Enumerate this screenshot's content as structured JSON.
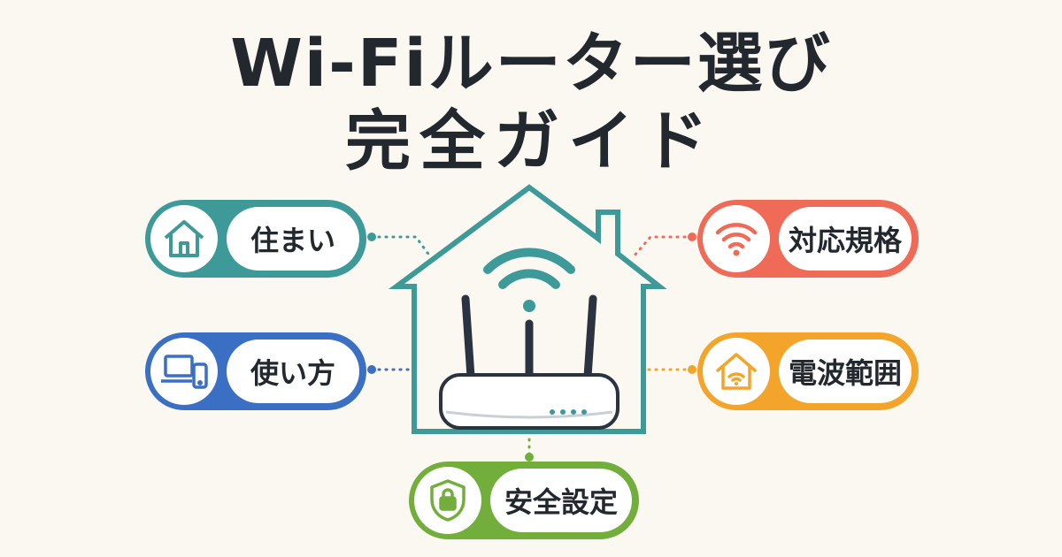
{
  "title": {
    "line1": "Wi-Fiルーター選び",
    "line2": "完全ガイド"
  },
  "colors": {
    "background": "#fbf8f1",
    "title": "#23272e",
    "teal": "#3d9a98",
    "blue": "#3a6fc4",
    "coral": "#ef6a57",
    "orange": "#f3a42a",
    "green": "#72ae3c"
  },
  "topics": [
    {
      "label": "住まい",
      "icon": "house-icon",
      "color": "#3d9a98"
    },
    {
      "label": "使い方",
      "icon": "laptop-phone-icon",
      "color": "#3a6fc4"
    },
    {
      "label": "対応規格",
      "icon": "wifi-icon",
      "color": "#ef6a57"
    },
    {
      "label": "電波範囲",
      "icon": "house-wifi-icon",
      "color": "#f3a42a"
    },
    {
      "label": "安全設定",
      "icon": "shield-lock-icon",
      "color": "#72ae3c"
    }
  ]
}
